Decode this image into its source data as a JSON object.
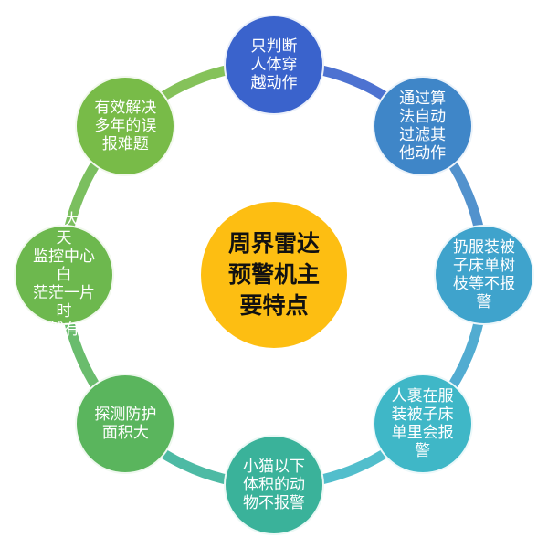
{
  "center": {
    "label": "周界雷达\n预警机主\n要特点",
    "color": "#FDBE12"
  },
  "ring": {
    "start_color": "#3B5AC6",
    "end_color": "#7DBD46"
  },
  "nodes": [
    {
      "label": "只判断\n人体穿\n越动作",
      "color": "#3A63CC"
    },
    {
      "label": "通过算\n法自动\n过滤其\n他动作",
      "color": "#3F86C8"
    },
    {
      "label": "扔服装被\n子床单树\n枝等不报\n警",
      "color": "#3FA3CC"
    },
    {
      "label": "人裹在服\n装被子床\n单里会报\n警",
      "color": "#3FB7C7"
    },
    {
      "label": "小猫以下\n体积的动\n物不报警",
      "color": "#3AB29A"
    },
    {
      "label": "探测防护\n面积大",
      "color": "#5AB55D"
    },
    {
      "label": "冬天大雾天\n监控中心白\n茫茫一片时\n依然有效",
      "color": "#6DB84E"
    },
    {
      "label": "有效解决\n多年的误\n报难题",
      "color": "#78BB48"
    }
  ]
}
